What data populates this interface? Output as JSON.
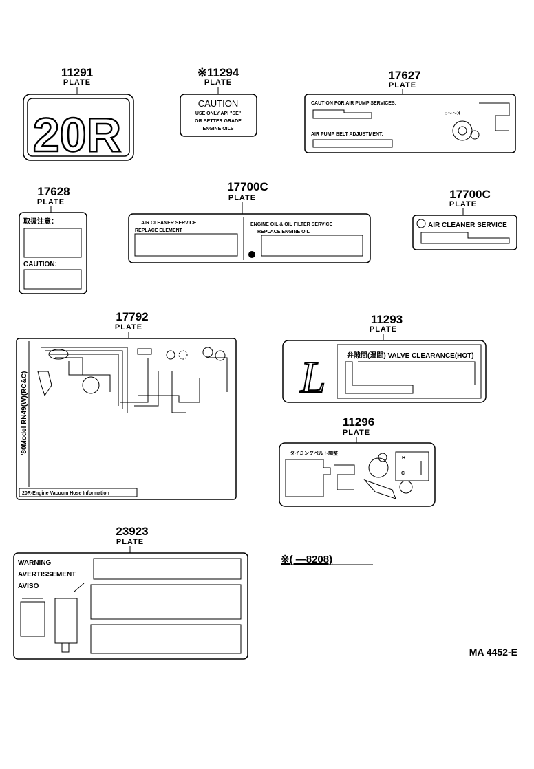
{
  "parts": [
    {
      "number": "11291",
      "label": "PLATE",
      "plate_text": "20R"
    },
    {
      "number": "※11294",
      "label": "PLATE",
      "lines": [
        "CAUTION",
        "USE ONLY  API \"SE\"",
        "OR BETTER GRADE",
        "ENGINE   OILS"
      ]
    },
    {
      "number": "17627",
      "label": "PLATE",
      "lines": [
        "CAUTION FOR AIR PUMP SERVICES:",
        "AIR PUMP BELT ADJUSTMENT:",
        "○～～X"
      ]
    },
    {
      "number": "17628",
      "label": "PLATE",
      "lines": [
        "取扱注意：",
        "CAUTION:"
      ]
    },
    {
      "number": "17700C",
      "label": "PLATE",
      "lines": [
        "AIR  CLEANER  SERVICE",
        "REPLACE ELEMENT",
        "ENGINE OIL & OIL FILTER SERVICE",
        "REPLACE ENGINE OIL"
      ]
    },
    {
      "number": "17700C",
      "label": "PLATE",
      "lines": [
        "AIR CLEANER  SERVICE"
      ]
    },
    {
      "number": "17792",
      "label": "PLATE",
      "lines": [
        "'80Model  RN49(W)(RC&C)",
        "20R-Engine  Vacuum Hose  Information"
      ]
    },
    {
      "number": "11293",
      "label": "PLATE",
      "lines": [
        "L",
        "弁隙間(温間) VALVE CLEARANCE(HOT)"
      ]
    },
    {
      "number": "11296",
      "label": "PLATE",
      "lines": [
        "タイミングベルト調整",
        "H",
        "C"
      ]
    },
    {
      "number": "23923",
      "label": "PLATE",
      "lines": [
        "WARNING",
        "AVERTISSEMENT",
        "AVISO"
      ]
    }
  ],
  "note": "※(        —8208)",
  "figure_code": "MA  4452-E"
}
